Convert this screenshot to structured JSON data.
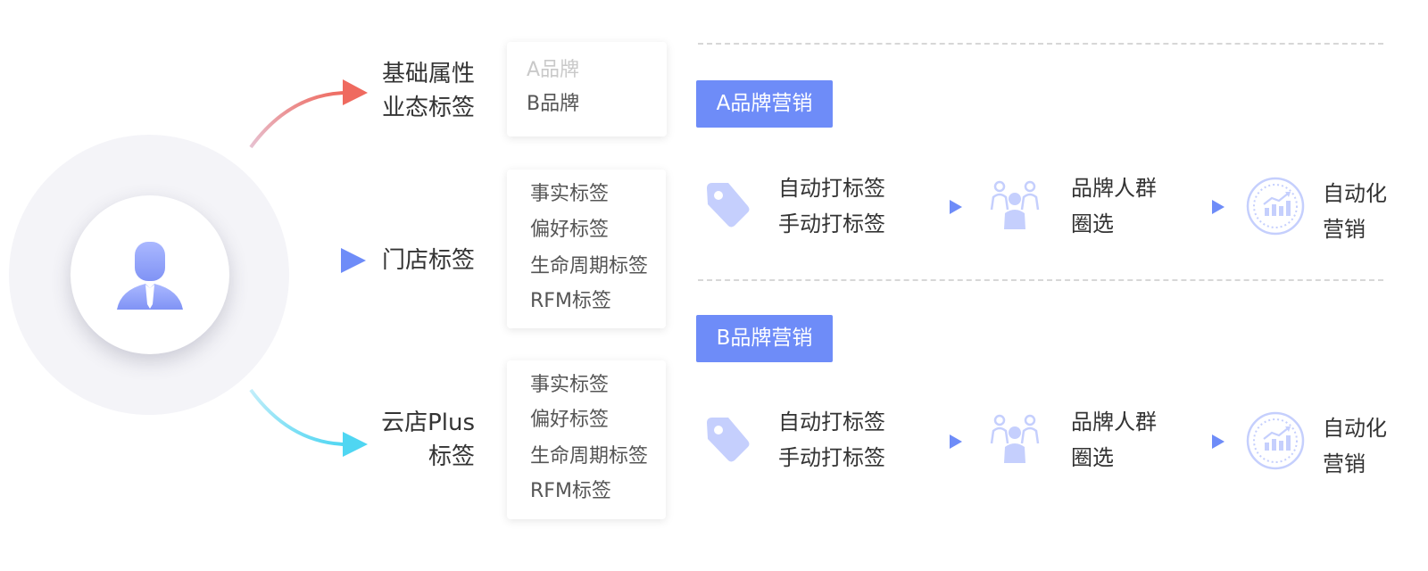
{
  "sources": [
    {
      "label_lines": [
        "基础属性",
        "业态标签"
      ]
    },
    {
      "label_lines": [
        "门店标签"
      ]
    },
    {
      "label_lines": [
        "云店Plus",
        "标签"
      ]
    }
  ],
  "cards": [
    {
      "items": [
        {
          "text": "A品牌",
          "faded": true
        },
        {
          "text": "B品牌",
          "faded": false
        }
      ]
    },
    {
      "items": [
        {
          "text": "事实标签"
        },
        {
          "text": "偏好标签"
        },
        {
          "text": "生命周期标签"
        },
        {
          "text": "RFM标签"
        }
      ]
    },
    {
      "items": [
        {
          "text": "事实标签"
        },
        {
          "text": "偏好标签"
        },
        {
          "text": "生命周期标签"
        },
        {
          "text": "RFM标签"
        }
      ]
    }
  ],
  "brands": [
    {
      "badge": "A品牌营销",
      "steps": [
        {
          "icon": "tag-icon",
          "lines": [
            "自动打标签",
            "手动打标签"
          ]
        },
        {
          "icon": "group-icon",
          "lines": [
            "品牌人群",
            "圈选"
          ]
        },
        {
          "icon": "chart-badge-icon",
          "lines": [
            "自动化",
            "营销"
          ]
        }
      ]
    },
    {
      "badge": "B品牌营销",
      "steps": [
        {
          "icon": "tag-icon",
          "lines": [
            "自动打标签",
            "手动打标签"
          ]
        },
        {
          "icon": "group-icon",
          "lines": [
            "品牌人群",
            "圈选"
          ]
        },
        {
          "icon": "chart-badge-icon",
          "lines": [
            "自动化",
            "营销"
          ]
        }
      ]
    }
  ],
  "colors": {
    "accent": "#6e8cf8",
    "arrow_top": "#ef6a5f",
    "arrow_bottom": "#4fd6f2",
    "icon_light": "#c5cffd"
  }
}
